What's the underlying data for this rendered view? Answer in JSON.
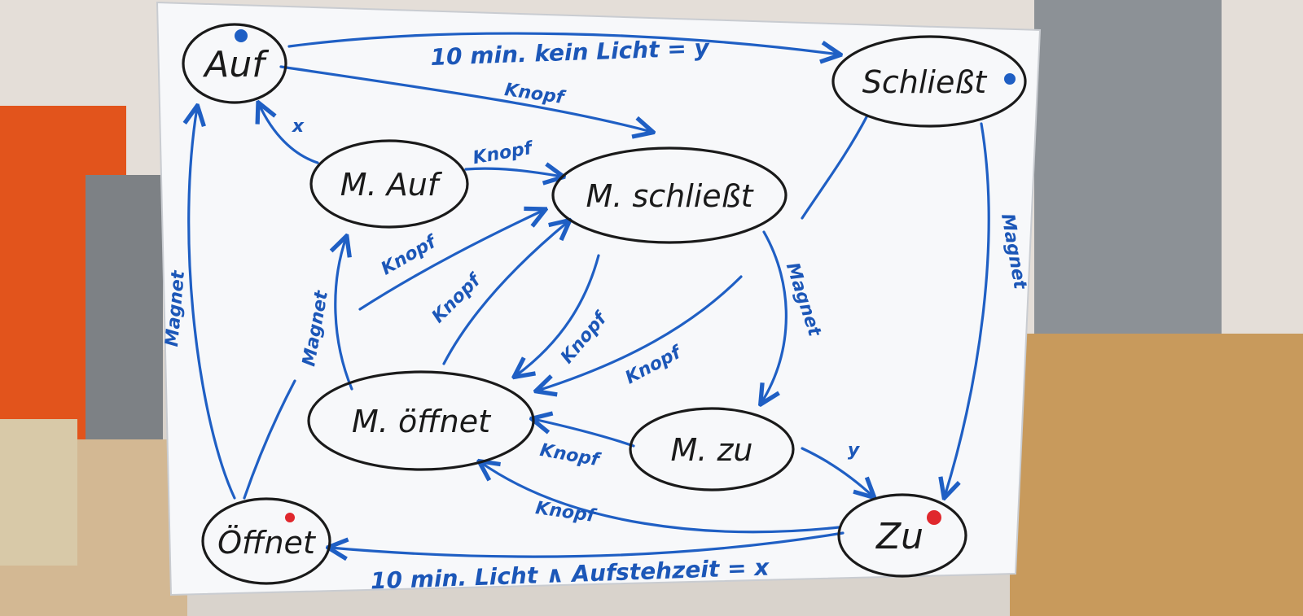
{
  "states": {
    "auf": "Auf",
    "schliesst": "Schließt",
    "m_auf": "M. Auf",
    "m_schliesst": "M. schließt",
    "m_oeffnet": "M. öffnet",
    "m_zu": "M. zu",
    "oeffnet": "Öffnet",
    "zu": "Zu"
  },
  "edges": {
    "auf_schliesst": "10 min. kein Licht = y",
    "auf_mschliesst": "Knopf",
    "mauf_auf": "x",
    "mauf_mschliesst": "Knopf",
    "moeffnet_mauf": "Magnet",
    "moeffnet_mschliesst_a": "Knopf",
    "moeffnet_mschliesst_b": "Knopf",
    "mschliesst_moeffnet": "Knopf",
    "mschliesst_mzu": "Magnet",
    "mzu_moeffnet_a": "Knopf",
    "mzu_moeffnet_b": "Knopf",
    "mzu_zu": "y",
    "zu_moeffnet": "Knopf",
    "zu_oeffnet": "10 min. Licht ∧ Aufstehzeit = x",
    "schliesst_zu": "Magnet",
    "oeffnet_auf": "Magnet"
  },
  "colors": {
    "marker_blue": "#1f5fc4",
    "marker_red": "#e0282d",
    "ink_black": "#1a1a1a",
    "board_white": "#f7f8fa"
  }
}
